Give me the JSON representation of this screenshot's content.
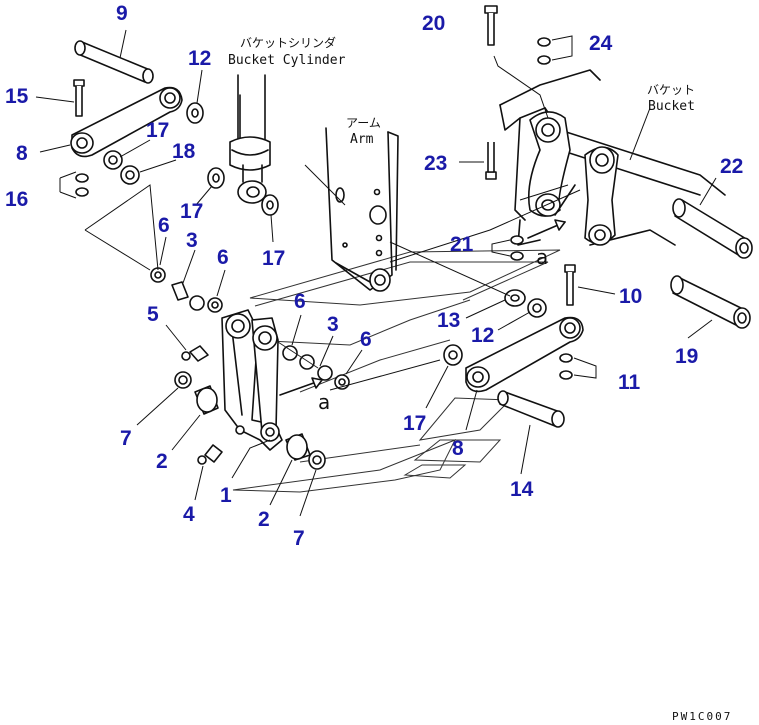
{
  "labels": {
    "bucket_cylinder_jp": "バケットシリンダ",
    "bucket_cylinder_en": "Bucket Cylinder",
    "arm_jp": "アーム",
    "arm_en": "Arm",
    "bucket_jp": "バケット",
    "bucket_en": "Bucket",
    "figure_code": "PW1C007",
    "connection_mark": "a"
  },
  "callouts": [
    "9",
    "15",
    "8",
    "16",
    "17",
    "18",
    "12",
    "17",
    "17",
    "6",
    "3",
    "6",
    "5",
    "7",
    "2",
    "4",
    "1",
    "2",
    "7",
    "6",
    "3",
    "6",
    "20",
    "24",
    "23",
    "21",
    "22",
    "10",
    "13",
    "12",
    "11",
    "17",
    "8",
    "14",
    "19"
  ]
}
